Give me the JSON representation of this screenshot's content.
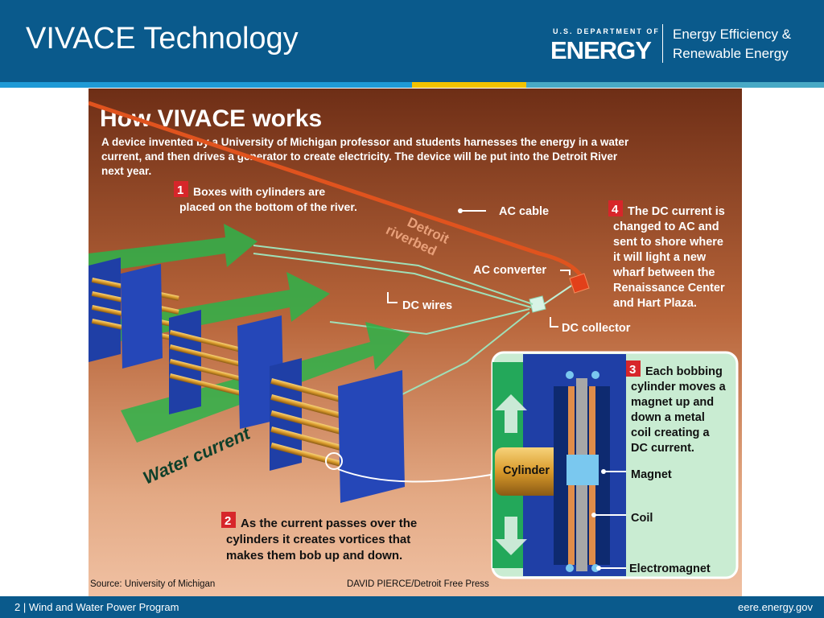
{
  "slide": {
    "title": "VIVACE Technology"
  },
  "brand": {
    "doe_small": "U.S. DEPARTMENT OF",
    "doe_big": "ENERGY",
    "eere_line1": "Energy Efficiency &",
    "eere_line2": "Renewable Energy"
  },
  "colors": {
    "header_blue": "#0a5a8c",
    "stripe_light_blue": "#1f9ad6",
    "stripe_yellow": "#f2c200",
    "stripe_teal": "#48a9c5",
    "infographic_bg": "#7a3a1c",
    "callout_red": "#d7262a",
    "ac_cable": "#e0531e",
    "arrow_green": "#2db34a",
    "box_blue": "#1f3fa6",
    "cylinder_gold": "#f0b52a",
    "panel_green": "#c9ecd2"
  },
  "infographic": {
    "heading": "How VIVACE works",
    "intro_line1": "A device invented by a University of Michigan professor and students harnesses the energy in a water",
    "intro_line2": "current, and then drives a generator to create electricity. The device will be put into the Detroit River",
    "intro_line3": "next year.",
    "step1_number": "1",
    "step1_line1": "Boxes with cylinders are",
    "step1_line2": "placed on the bottom of the river.",
    "step2_number": "2",
    "step2_line1": "As the current passes over the",
    "step2_line2": "cylinders it creates vortices that",
    "step2_line3": "makes them bob up and down.",
    "step3_number": "3",
    "step3_line1": "Each bobbing",
    "step3_line2": "cylinder moves a",
    "step3_line3": "magnet up and",
    "step3_line4": "down a metal",
    "step3_line5": "coil creating a",
    "step3_line6": "DC current.",
    "step4_number": "4",
    "step4_line1": "The DC current is",
    "step4_line2": "changed to AC and",
    "step4_line3": "sent to shore where",
    "step4_line4": "it will light a new",
    "step4_line5": "wharf between the",
    "step4_line6": "Renaissance Center",
    "step4_line7": "and Hart Plaza.",
    "label_ac_cable": "AC cable",
    "label_ac_converter": "AC converter",
    "label_dc_wires": "DC wires",
    "label_dc_collector": "DC collector",
    "label_riverbed_1": "Detroit",
    "label_riverbed_2": "riverbed",
    "label_water_current": "Water current",
    "label_cylinder": "Cylinder",
    "label_magnet": "Magnet",
    "label_coil": "Coil",
    "label_electromagnet": "Electromagnet",
    "source": "Source: University of Michigan",
    "credit": "DAVID PIERCE/Detroit Free Press"
  },
  "footer": {
    "left": "2 | Wind and Water Power Program",
    "right": "eere.energy.gov"
  }
}
